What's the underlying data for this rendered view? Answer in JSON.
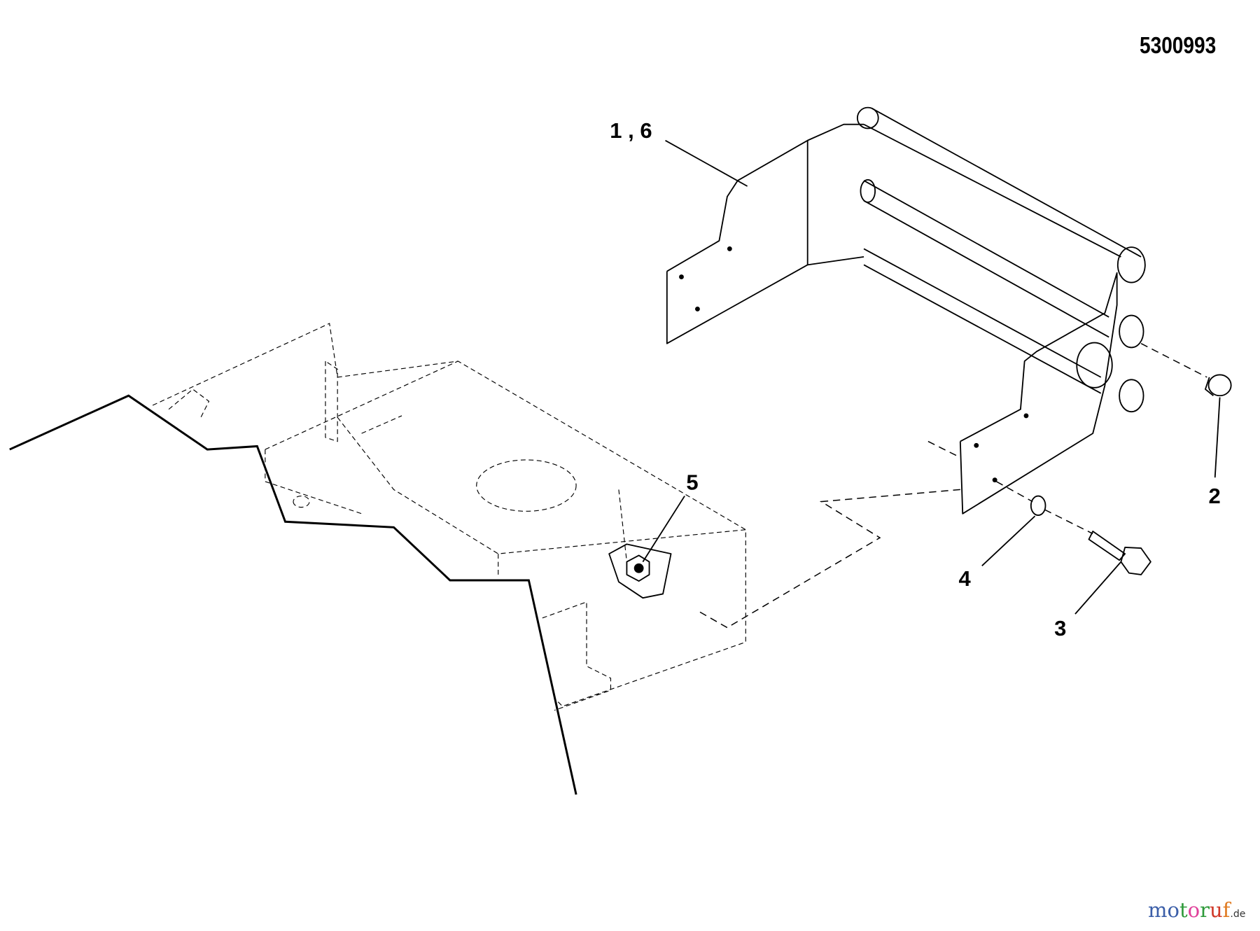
{
  "diagram_id": "5300993",
  "callouts": [
    "1 , 6",
    "2",
    "3",
    "4",
    "5"
  ],
  "watermark": {
    "text": "motoruf",
    "suffix": ".de",
    "colors": [
      "#3b5ea8",
      "#3b5ea8",
      "#2e9a3a",
      "#e0409a",
      "#2e9a3a",
      "#d03a2a",
      "#e07a20",
      "#e0b020"
    ]
  }
}
